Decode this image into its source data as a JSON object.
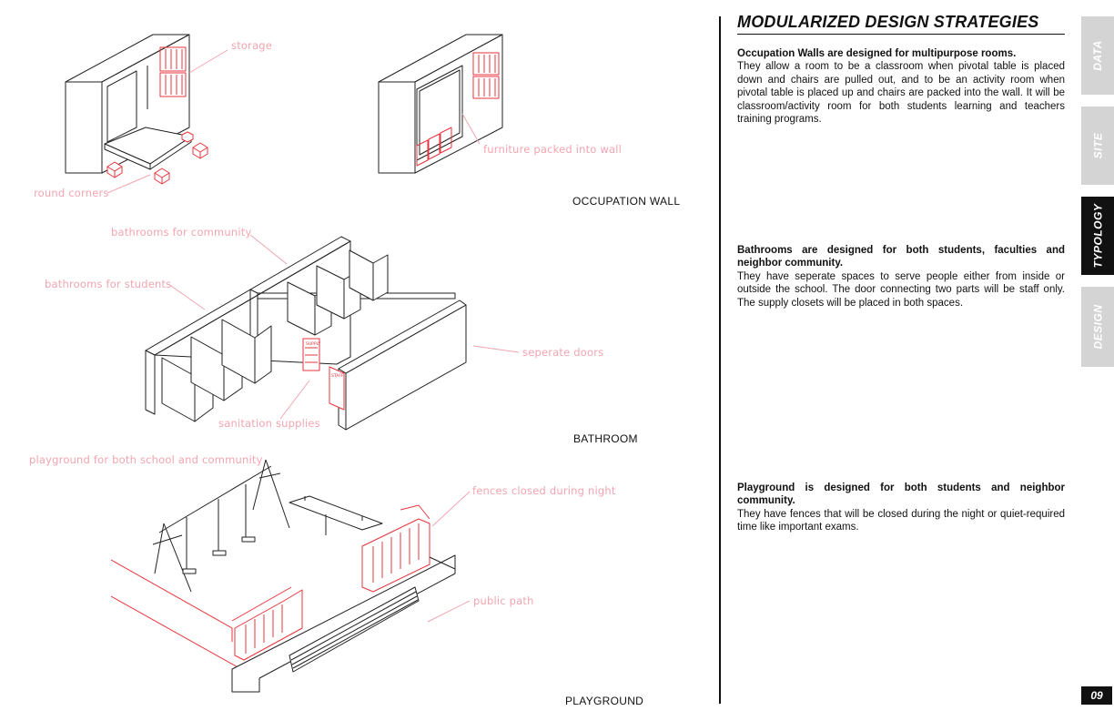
{
  "title": "MODULARIZED DESIGN STRATEGIES",
  "sections": [
    {
      "heading": "Occupation Walls are designed for multipurpose rooms.",
      "body": "They allow a room to be a classroom when pivotal table is placed down and chairs are pulled out, and to be an activity room when pivotal table is placed up and chairs are packed into the wall. It will be classroom/activity room for both students learning and teachers training programs."
    },
    {
      "heading": "Bathrooms are designed for both students, faculties and neighbor community.",
      "body": "They have seperate spaces to serve people either from inside or outside the school. The door connecting two parts will be staff only. The supply closets will be placed in both spaces."
    },
    {
      "heading": "Playground is designed for both students and neighbor community.",
      "body": "They have fences that will be closed during the night or quiet-required time like important exams."
    }
  ],
  "captions": {
    "occupation": "OCCUPATION WALL",
    "bathroom": "BATHROOM",
    "playground": "PLAYGROUND"
  },
  "annotations": {
    "storage": "storage",
    "furniture": "furniture packed into wall",
    "round_corners": "round corners",
    "bath_community": "bathrooms for community",
    "bath_students": "bathrooms for students",
    "separate_doors": "seperate doors",
    "sanitation": "sanitation supplies",
    "playground_both": "playground  for both school and community",
    "fences": "fences closed during night",
    "public_path": "public path"
  },
  "diagram_labels": {
    "supply": "SUPPLY",
    "staff": "STAFF"
  },
  "tabs": [
    {
      "label": "DATA",
      "active": false
    },
    {
      "label": "SITE",
      "active": false
    },
    {
      "label": "TYPOLOGY",
      "active": true
    },
    {
      "label": "DESIGN",
      "active": false
    }
  ],
  "page_number": "09",
  "colors": {
    "accent_red": "#e8343c",
    "annotation_pink": "#f2a5b0",
    "tab_inactive": "#d4d4d4",
    "tab_active": "#111111"
  },
  "icons": [
    "occupation-wall-drawing",
    "bathroom-drawing",
    "playground-drawing"
  ]
}
